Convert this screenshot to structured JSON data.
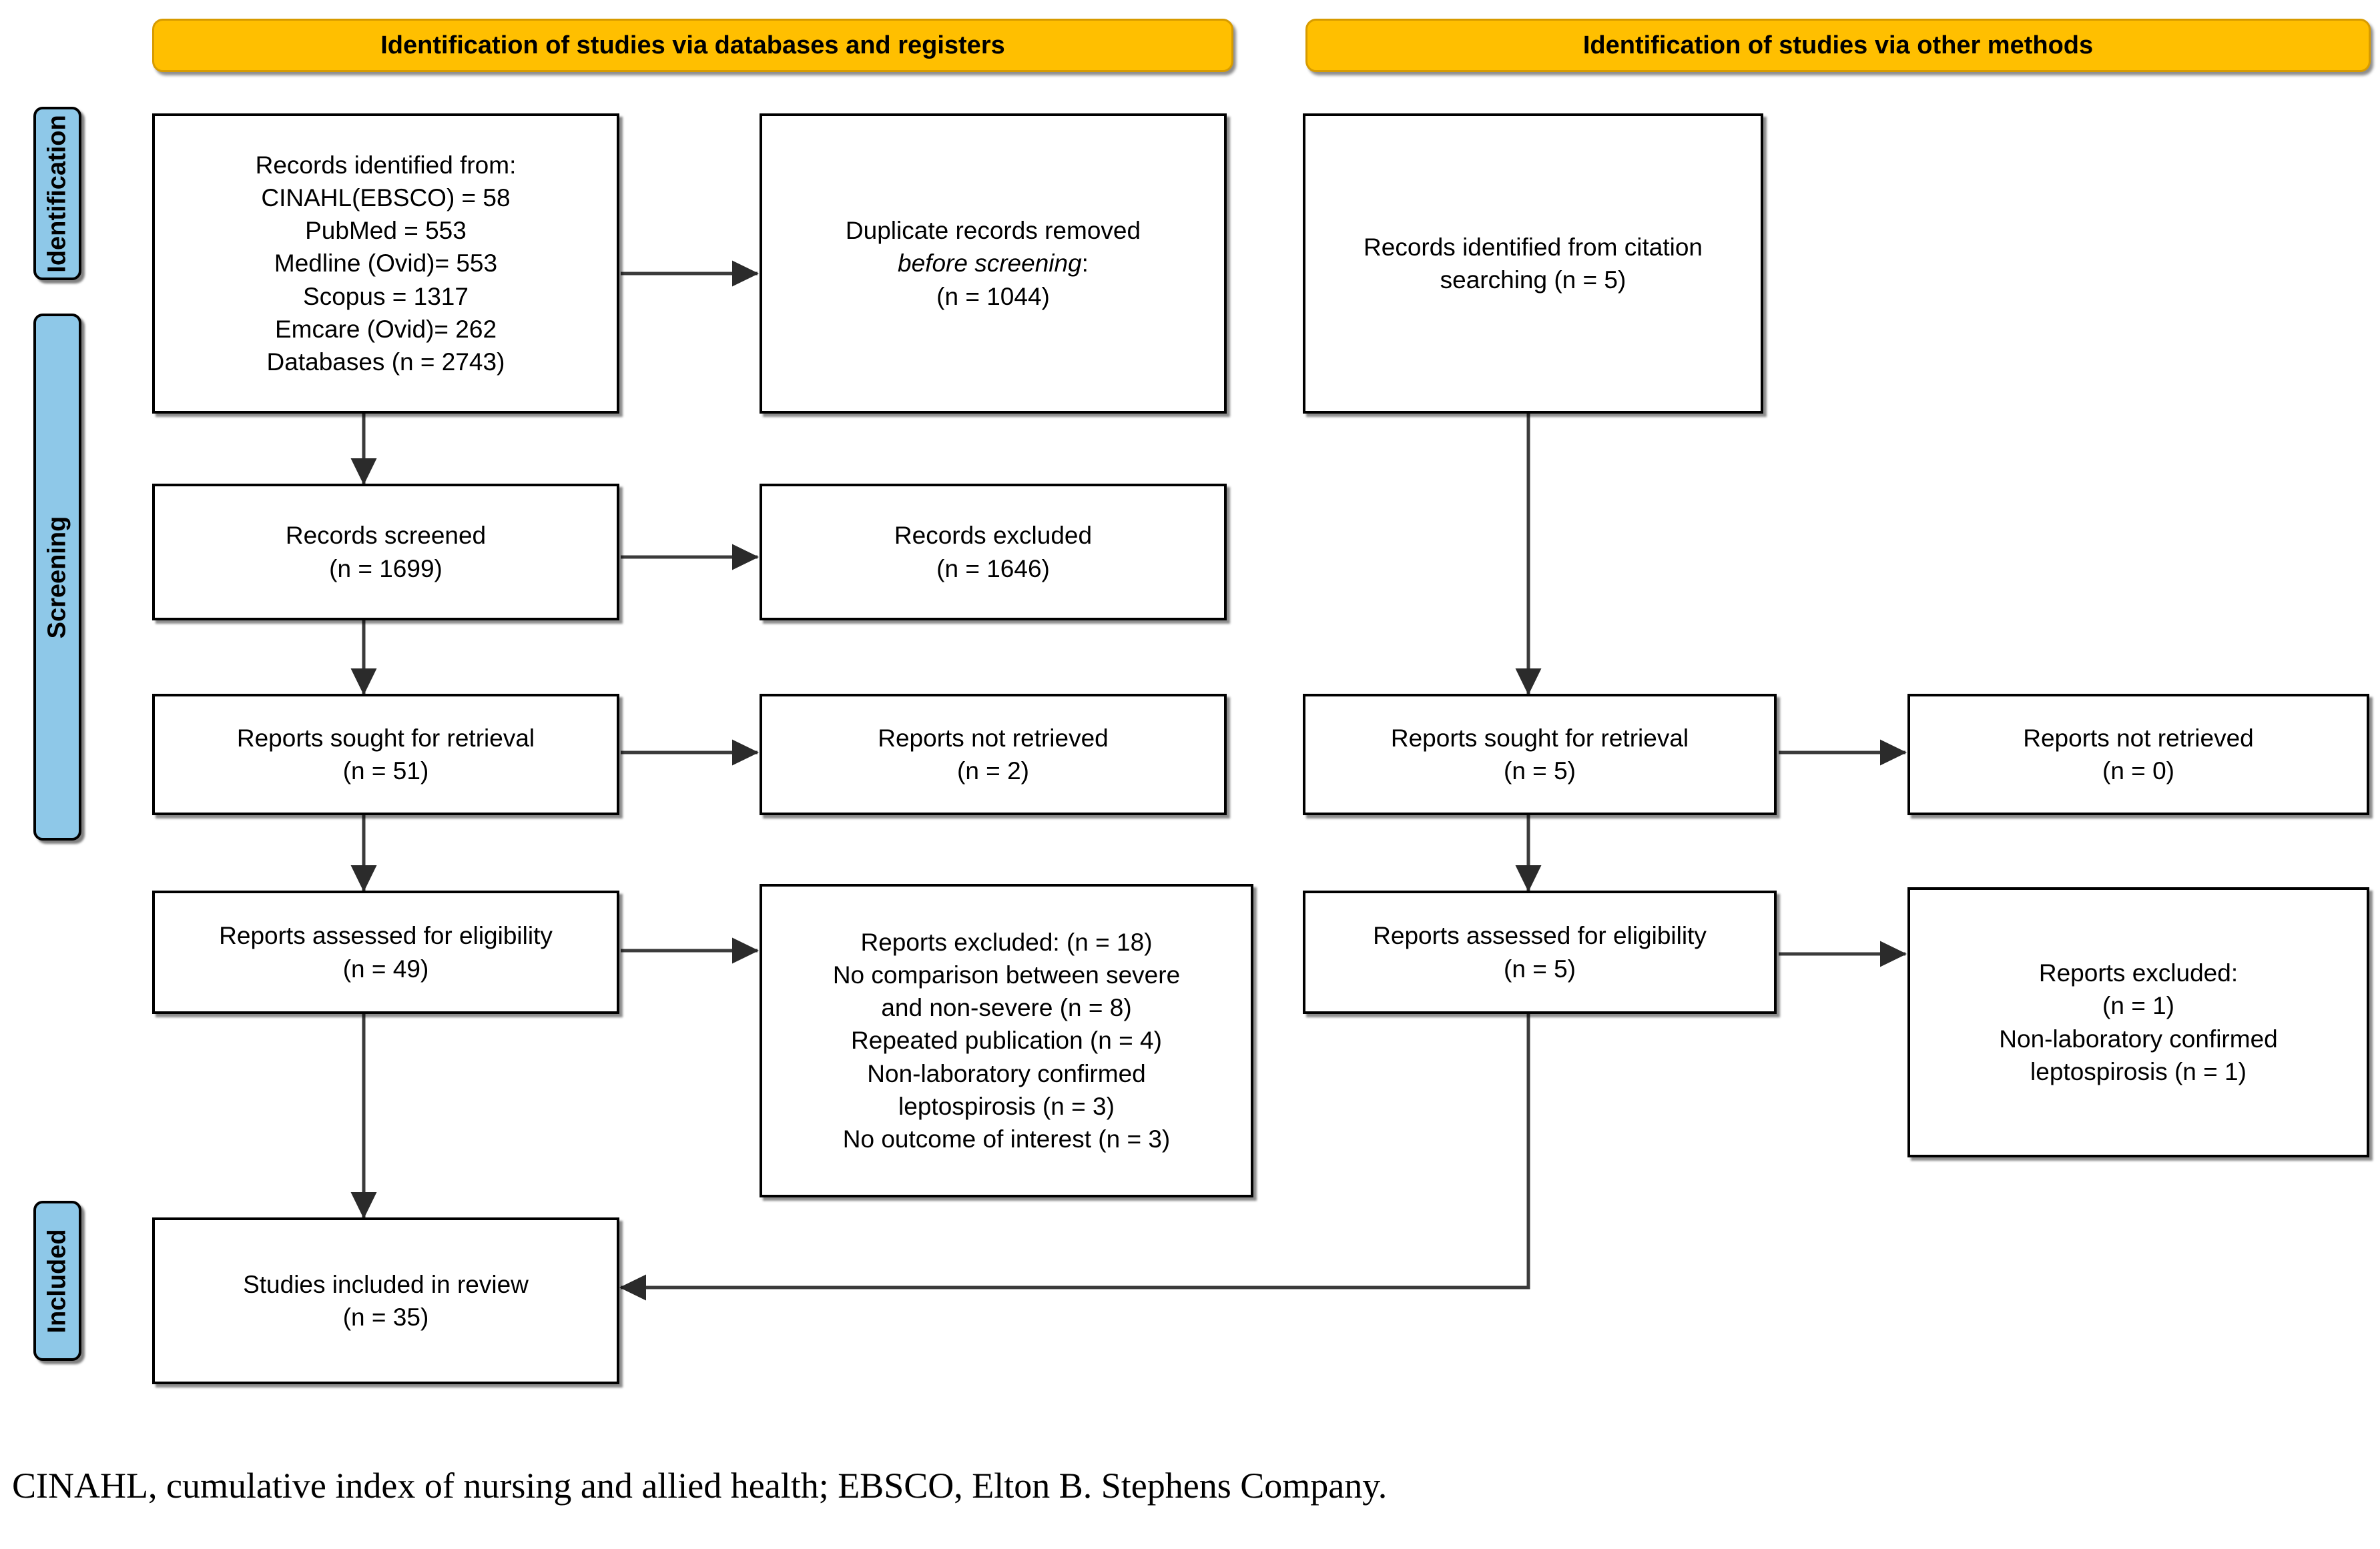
{
  "figure": {
    "type": "prisma-flow-diagram",
    "footer_note": "CINAHL, cumulative index of nursing and allied health; EBSCO, Elton B. Stephens Company."
  },
  "banners": {
    "left": "Identification of studies via databases and registers",
    "right": "Identification of studies via other methods"
  },
  "stages": {
    "identification": "Identification",
    "screening": "Screening",
    "included": "Included"
  },
  "boxes": {
    "records_identified": {
      "lines": [
        "Records identified from:",
        "CINAHL(EBSCO) = 58",
        "PubMed = 553",
        "Medline (Ovid)= 553",
        "Scopus = 1317",
        "Emcare (Ovid)= 262",
        "Databases (n = 2743)"
      ]
    },
    "duplicates_removed": {
      "line1": "Duplicate records removed",
      "line2_italic": "before screening",
      "line2_tail": ":",
      "line3": "(n = 1044)"
    },
    "citation_searching": {
      "lines": [
        "Records identified from citation",
        "searching (n = 5)"
      ]
    },
    "records_screened": {
      "lines": [
        "Records screened",
        "(n = 1699)"
      ]
    },
    "records_excluded": {
      "lines": [
        "Records excluded",
        "(n = 1646)"
      ]
    },
    "reports_sought_left": {
      "lines": [
        "Reports sought for retrieval",
        "(n = 51)"
      ]
    },
    "reports_not_retrieved_left": {
      "lines": [
        "Reports not retrieved",
        "(n = 2)"
      ]
    },
    "reports_sought_right": {
      "lines": [
        "Reports sought for retrieval",
        "(n = 5)"
      ]
    },
    "reports_not_retrieved_right": {
      "lines": [
        "Reports not retrieved",
        "(n = 0)"
      ]
    },
    "reports_assessed_left": {
      "lines": [
        "Reports assessed for eligibility",
        "(n = 49)"
      ]
    },
    "reports_excluded_left": {
      "lines": [
        "Reports excluded: (n = 18)",
        "No comparison between severe",
        "and non-severe (n = 8)",
        "Repeated publication (n = 4)",
        "Non-laboratory confirmed",
        "leptospirosis (n = 3)",
        "No outcome of interest (n = 3)"
      ]
    },
    "reports_assessed_right": {
      "lines": [
        "Reports assessed for eligibility",
        "(n = 5)"
      ]
    },
    "reports_excluded_right": {
      "lines": [
        "Reports excluded:",
        "(n = 1)",
        "Non-laboratory confirmed",
        "leptospirosis (n = 1)"
      ]
    },
    "studies_included": {
      "lines": [
        "Studies included in review",
        "(n = 35)"
      ]
    }
  },
  "colors": {
    "banner_fill": "#FFBF00",
    "stage_fill": "#8EC8E8",
    "box_border": "#000000",
    "connector": "#3b3b3b"
  },
  "chart_data": {
    "type": "flow",
    "title": "PRISMA 2020 flow diagram",
    "nodes": [
      {
        "id": "records_identified",
        "label": "Records identified from databases",
        "n": 2743
      },
      {
        "id": "duplicates_removed",
        "label": "Duplicate records removed before screening",
        "n": 1044
      },
      {
        "id": "citation_searching",
        "label": "Records identified from citation searching",
        "n": 5
      },
      {
        "id": "records_screened",
        "label": "Records screened",
        "n": 1699
      },
      {
        "id": "records_excluded",
        "label": "Records excluded",
        "n": 1646
      },
      {
        "id": "reports_sought_left",
        "label": "Reports sought for retrieval (databases)",
        "n": 51
      },
      {
        "id": "reports_not_retrieved_left",
        "label": "Reports not retrieved (databases)",
        "n": 2
      },
      {
        "id": "reports_sought_right",
        "label": "Reports sought for retrieval (other)",
        "n": 5
      },
      {
        "id": "reports_not_retrieved_right",
        "label": "Reports not retrieved (other)",
        "n": 0
      },
      {
        "id": "reports_assessed_left",
        "label": "Reports assessed for eligibility (databases)",
        "n": 49
      },
      {
        "id": "reports_excluded_left",
        "label": "Reports excluded (databases)",
        "n": 18
      },
      {
        "id": "reports_assessed_right",
        "label": "Reports assessed for eligibility (other)",
        "n": 5
      },
      {
        "id": "reports_excluded_right",
        "label": "Reports excluded (other)",
        "n": 1
      },
      {
        "id": "studies_included",
        "label": "Studies included in review",
        "n": 35
      }
    ],
    "source_counts": [
      {
        "source": "CINAHL(EBSCO)",
        "n": 58
      },
      {
        "source": "PubMed",
        "n": 553
      },
      {
        "source": "Medline (Ovid)",
        "n": 553
      },
      {
        "source": "Scopus",
        "n": 1317
      },
      {
        "source": "Emcare (Ovid)",
        "n": 262
      },
      {
        "source": "Databases total",
        "n": 2743
      }
    ],
    "exclusion_reasons_left": [
      {
        "reason": "No comparison between severe and non-severe",
        "n": 8
      },
      {
        "reason": "Repeated publication",
        "n": 4
      },
      {
        "reason": "Non-laboratory confirmed leptospirosis",
        "n": 3
      },
      {
        "reason": "No outcome of interest",
        "n": 3
      }
    ],
    "exclusion_reasons_right": [
      {
        "reason": "Non-laboratory confirmed leptospirosis",
        "n": 1
      }
    ],
    "edges": [
      {
        "from": "records_identified",
        "to": "duplicates_removed"
      },
      {
        "from": "records_identified",
        "to": "records_screened"
      },
      {
        "from": "records_screened",
        "to": "records_excluded"
      },
      {
        "from": "records_screened",
        "to": "reports_sought_left"
      },
      {
        "from": "reports_sought_left",
        "to": "reports_not_retrieved_left"
      },
      {
        "from": "reports_sought_left",
        "to": "reports_assessed_left"
      },
      {
        "from": "reports_assessed_left",
        "to": "reports_excluded_left"
      },
      {
        "from": "reports_assessed_left",
        "to": "studies_included"
      },
      {
        "from": "citation_searching",
        "to": "reports_sought_right"
      },
      {
        "from": "reports_sought_right",
        "to": "reports_not_retrieved_right"
      },
      {
        "from": "reports_sought_right",
        "to": "reports_assessed_right"
      },
      {
        "from": "reports_assessed_right",
        "to": "reports_excluded_right"
      },
      {
        "from": "reports_assessed_right",
        "to": "studies_included"
      }
    ]
  }
}
